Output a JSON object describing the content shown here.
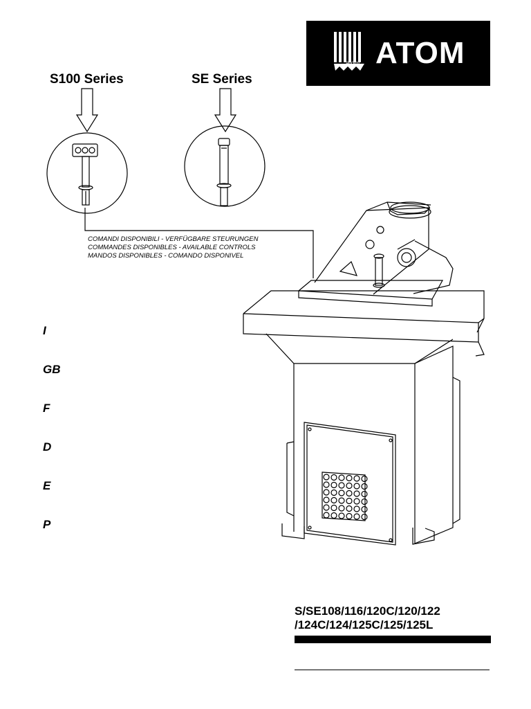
{
  "brand": {
    "name": "ATOM",
    "emblem_text": "atom"
  },
  "series": {
    "s100_label": "S100 Series",
    "se_label": "SE Series"
  },
  "controls": [
    "COMANDI DISPONIBILI - VERFÜGBARE STEURUNGEN",
    "COMMANDES  DISPONIBLES - AVAILABLE CONTROLS",
    "MANDOS DISPONIBLES -    COMANDO DISPONIVEL"
  ],
  "languages": [
    "I",
    "GB",
    "F",
    "D",
    "E",
    "P"
  ],
  "models": {
    "line1": "S/SE108/116/120C/120/122",
    "line2": "/124C/124/125C/125/125L"
  }
}
